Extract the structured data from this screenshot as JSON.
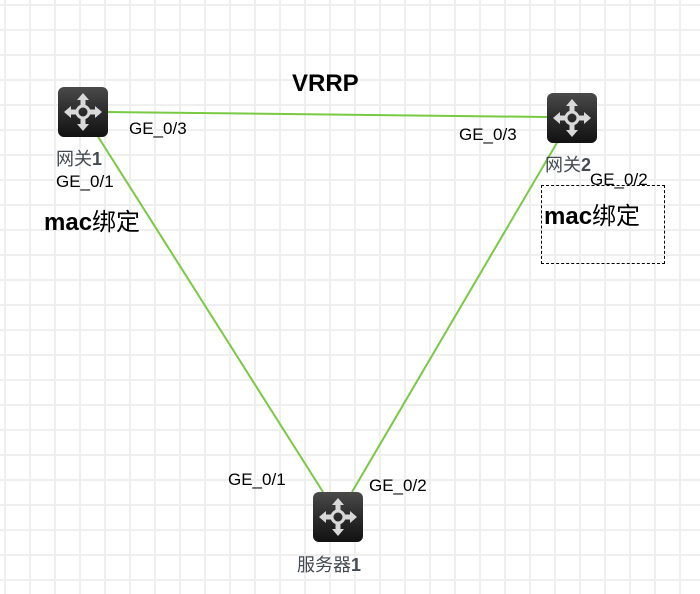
{
  "diagram": {
    "title": "VRRP",
    "link_color": "#7ac943",
    "devices": [
      {
        "id": "gw1",
        "name_cjk": "网关",
        "name_num": "1",
        "icon": "router-icon"
      },
      {
        "id": "gw2",
        "name_cjk": "网关",
        "name_num": "2",
        "icon": "router-icon"
      },
      {
        "id": "srv1",
        "name_cjk": "服务器",
        "name_num": "1",
        "icon": "router-icon"
      }
    ],
    "links": [
      {
        "from": "gw1",
        "to": "gw2",
        "from_port": "GE_0/3",
        "to_port": "GE_0/3"
      },
      {
        "from": "gw1",
        "to": "srv1",
        "from_port": "GE_0/1",
        "to_port": "GE_0/1"
      },
      {
        "from": "gw2",
        "to": "srv1",
        "from_port": "GE_0/2",
        "to_port": "GE_0/2"
      }
    ],
    "notes": [
      {
        "latin": "mac",
        "cjk": "绑定",
        "attached_to": "gw1"
      },
      {
        "latin": "mac",
        "cjk": "绑定",
        "attached_to": "gw2",
        "boxed": true
      }
    ]
  }
}
